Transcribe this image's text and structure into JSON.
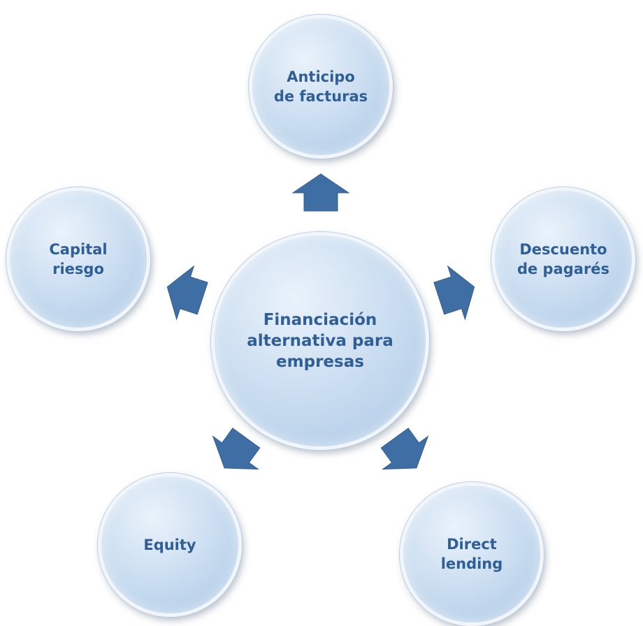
{
  "diagram": {
    "center": {
      "label": "Financiación\nalternativa para\nempresas"
    },
    "nodes": {
      "top": {
        "label": "Anticipo\nde facturas"
      },
      "right": {
        "label": "Descuento\nde pagarés"
      },
      "bottom_right": {
        "label": "Direct\nlending"
      },
      "bottom_left": {
        "label": "Equity"
      },
      "left": {
        "label": "Capital\nriesgo"
      }
    },
    "colors": {
      "label_text": "#2f5f95",
      "arrow_fill": "#3e6ea4",
      "node_fill": "#c7dbef"
    }
  }
}
